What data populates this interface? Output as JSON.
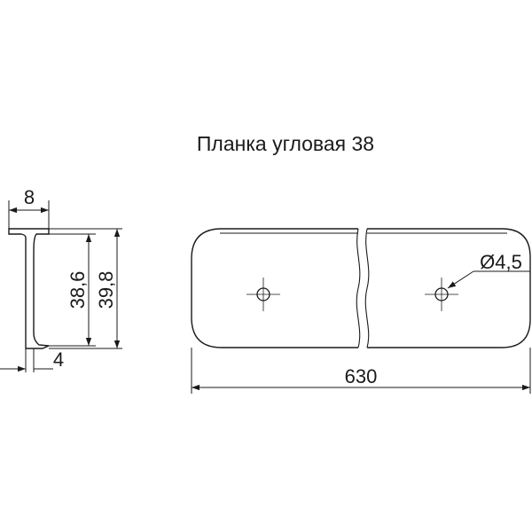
{
  "title": "Планка угловая 38",
  "dimensions": {
    "profile_width": "8",
    "profile_thickness": "4",
    "inner_height": "38,6",
    "outer_height": "39,8",
    "hole_diameter": "Ø4,5",
    "length": "630"
  },
  "colors": {
    "ink": "#1a1a1a",
    "background": "#ffffff"
  }
}
